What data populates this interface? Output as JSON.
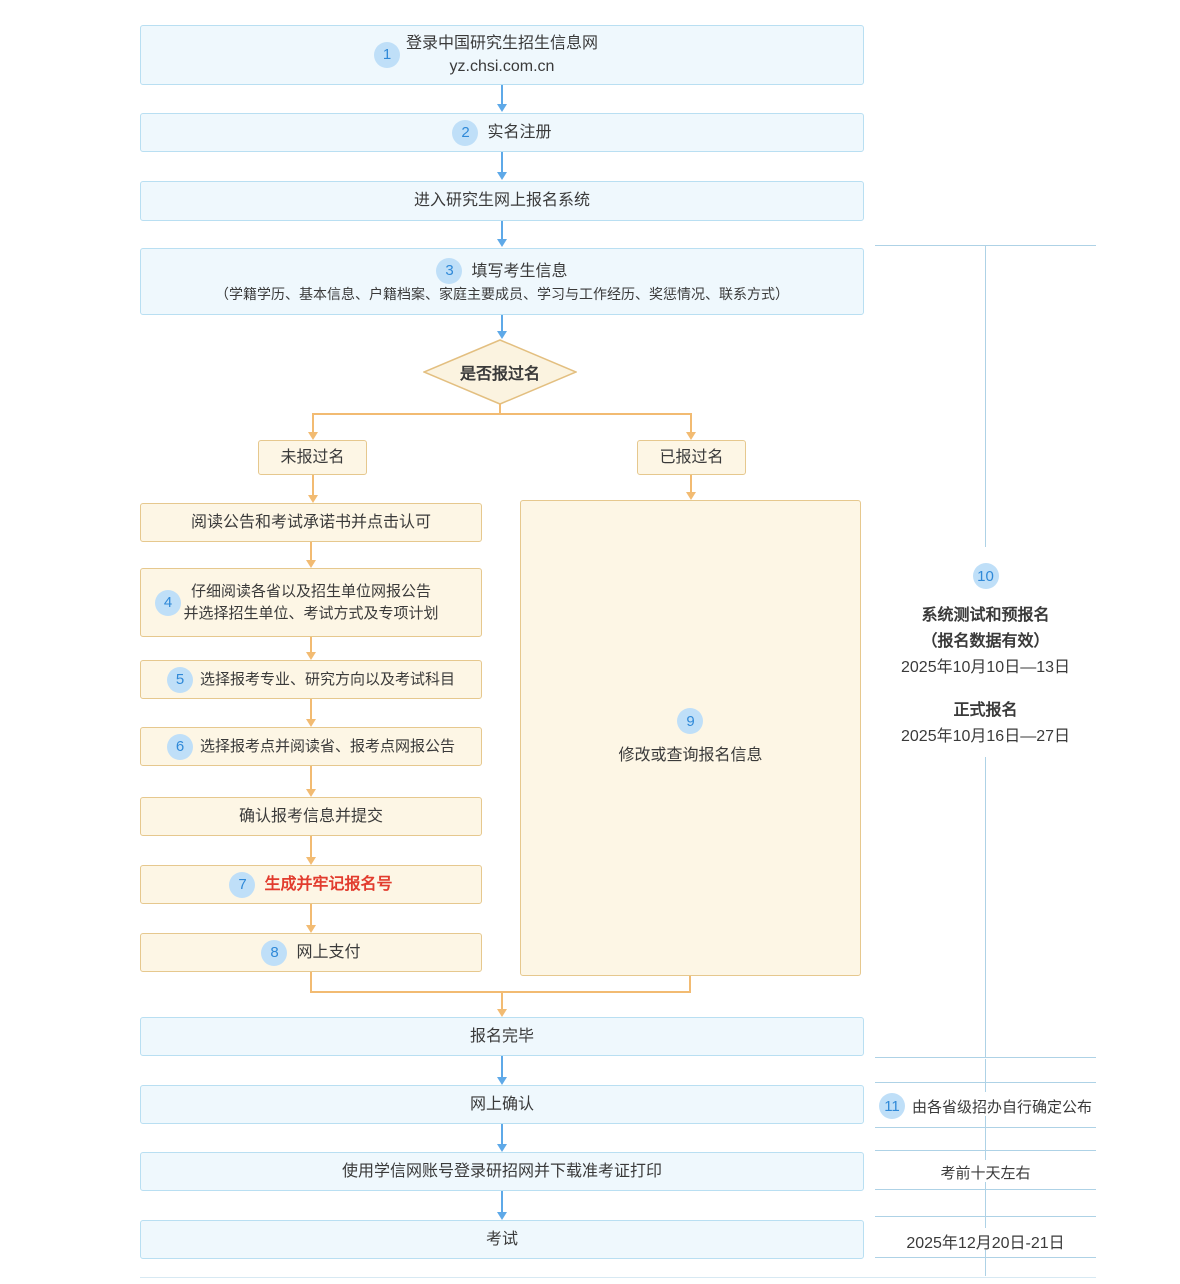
{
  "colors": {
    "blue_box_fill": "#eff8fd",
    "blue_box_border": "#b9dff2",
    "tan_box_fill": "#fdf6e5",
    "tan_box_border": "#e6c88e",
    "badge_bg": "#bfdff8",
    "badge_text": "#2f89d8",
    "arrow_blue": "#5ea9e8",
    "arrow_orange": "#f2bb72",
    "sidebar_line": "#aed2e6",
    "red_text": "#e23c2e",
    "text": "#3a3a3a"
  },
  "flow": {
    "step1": {
      "badge": "1",
      "title": "登录中国研究生招生信息网",
      "url": "yz.chsi.com.cn"
    },
    "step2": {
      "badge": "2",
      "label": "实名注册"
    },
    "step3": {
      "label": "进入研究生网上报名系统"
    },
    "step4": {
      "badge": "3",
      "title": "填写考生信息",
      "detail": "（学籍学历、基本信息、户籍档案、家庭主要成员、学习与工作经历、奖惩情况、联系方式）"
    },
    "decision": {
      "label": "是否报过名"
    },
    "branch_no": {
      "label": "未报过名"
    },
    "branch_yes": {
      "label": "已报过名"
    },
    "left_steps": [
      {
        "label": "阅读公告和考试承诺书并点击认可"
      },
      {
        "badge": "4",
        "line1": "仔细阅读各省以及招生单位网报公告",
        "line2": "并选择招生单位、考试方式及专项计划"
      },
      {
        "badge": "5",
        "label": "选择报考专业、研究方向以及考试科目"
      },
      {
        "badge": "6",
        "label": "选择报考点并阅读省、报考点网报公告"
      },
      {
        "label": "确认报考信息并提交"
      },
      {
        "badge": "7",
        "label": "生成并牢记报名号"
      },
      {
        "badge": "8",
        "label": "网上支付"
      }
    ],
    "modify": {
      "badge": "9",
      "label": "修改或查询报名信息"
    },
    "done": {
      "label": "报名完毕"
    },
    "confirm": {
      "label": "网上确认"
    },
    "print": {
      "label": "使用学信网账号登录研招网并下载准考证打印"
    },
    "exam": {
      "label": "考试"
    }
  },
  "sidebar": {
    "note10": {
      "badge": "10",
      "title1": "系统测试和预报名",
      "subtitle1": "（报名数据有效）",
      "date1": "2025年10月10日—13日",
      "title2": "正式报名",
      "date2": "2025年10月16日—27日"
    },
    "note11": {
      "badge": "11",
      "label": "由各省级招办自行确定公布"
    },
    "note12": {
      "label": "考前十天左右"
    },
    "note13": {
      "label": "2025年12月20日-21日"
    }
  }
}
